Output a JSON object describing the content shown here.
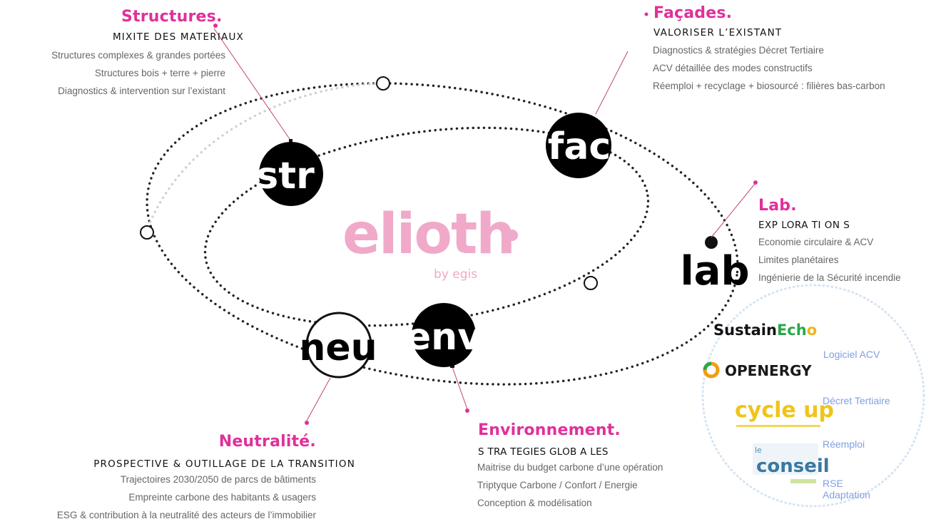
{
  "center_logo": {
    "name": "elioth",
    "byline": "by egis"
  },
  "nodes": {
    "str": {
      "label": "str"
    },
    "fac": {
      "label": "fac"
    },
    "lab": {
      "label": "lab"
    },
    "neu": {
      "label": "neu"
    },
    "env": {
      "label": "env"
    }
  },
  "sections": {
    "structures": {
      "title": "Structures.",
      "subtitle": "MIXITE DES MATERIAUX",
      "items": [
        "Structures complexes & grandes portées",
        "Structures bois + terre + pierre",
        "Diagnostics & intervention sur l’existant"
      ]
    },
    "facades": {
      "title": "Façades.",
      "subtitle": "VALORISER L’EXISTANT",
      "items": [
        "Diagnostics & stratégies Décret Tertiaire",
        "ACV détaillée des modes constructifs",
        "Réemploi + recyclage + biosourcé : filières bas-carbon"
      ]
    },
    "lab": {
      "title": "Lab.",
      "subtitle": "EXP LORA TI ON S",
      "items": [
        "Economie circulaire & ACV",
        "Limites planétaires",
        "Ingénierie de la Sécurité incendie"
      ]
    },
    "neutralite": {
      "title": "Neutralité.",
      "subtitle": "PROSPECTIVE & OUTILLAGE DE LA TRANSITION",
      "items": [
        "Trajectoires 2030/2050 de parcs de bâtiments",
        "Empreinte carbone des habitants & usagers",
        "ESG & contribution à la neutralité des acteurs de l’immobilier"
      ]
    },
    "environnement": {
      "title": "Environnement.",
      "subtitle": "S TRA TEGIES   GLOB A LES",
      "items": [
        "Maitrise du budget carbone d’une opération",
        "Triptyque Carbone / Confort / Energie",
        "Conception & modélisation"
      ]
    }
  },
  "partners": {
    "sustainecho": {
      "logo_a": "Sustain",
      "logo_b": "Ech",
      "logo_c": "o",
      "tag": "Logiciel ACV"
    },
    "openergy": {
      "logo": "OPENERGY",
      "tag": "Décret Tertiaire"
    },
    "cycleup": {
      "logo": "cycle up",
      "tag": "Réemploi"
    },
    "leconseil": {
      "logo_a": "le",
      "logo_b": "conseil",
      "tag_1": "RSE",
      "tag_2": "Adaptation"
    }
  },
  "colors": {
    "accent": "#e0309a",
    "partner_tag": "#7f9fe3",
    "logo_pink": "#f0a9c9"
  }
}
